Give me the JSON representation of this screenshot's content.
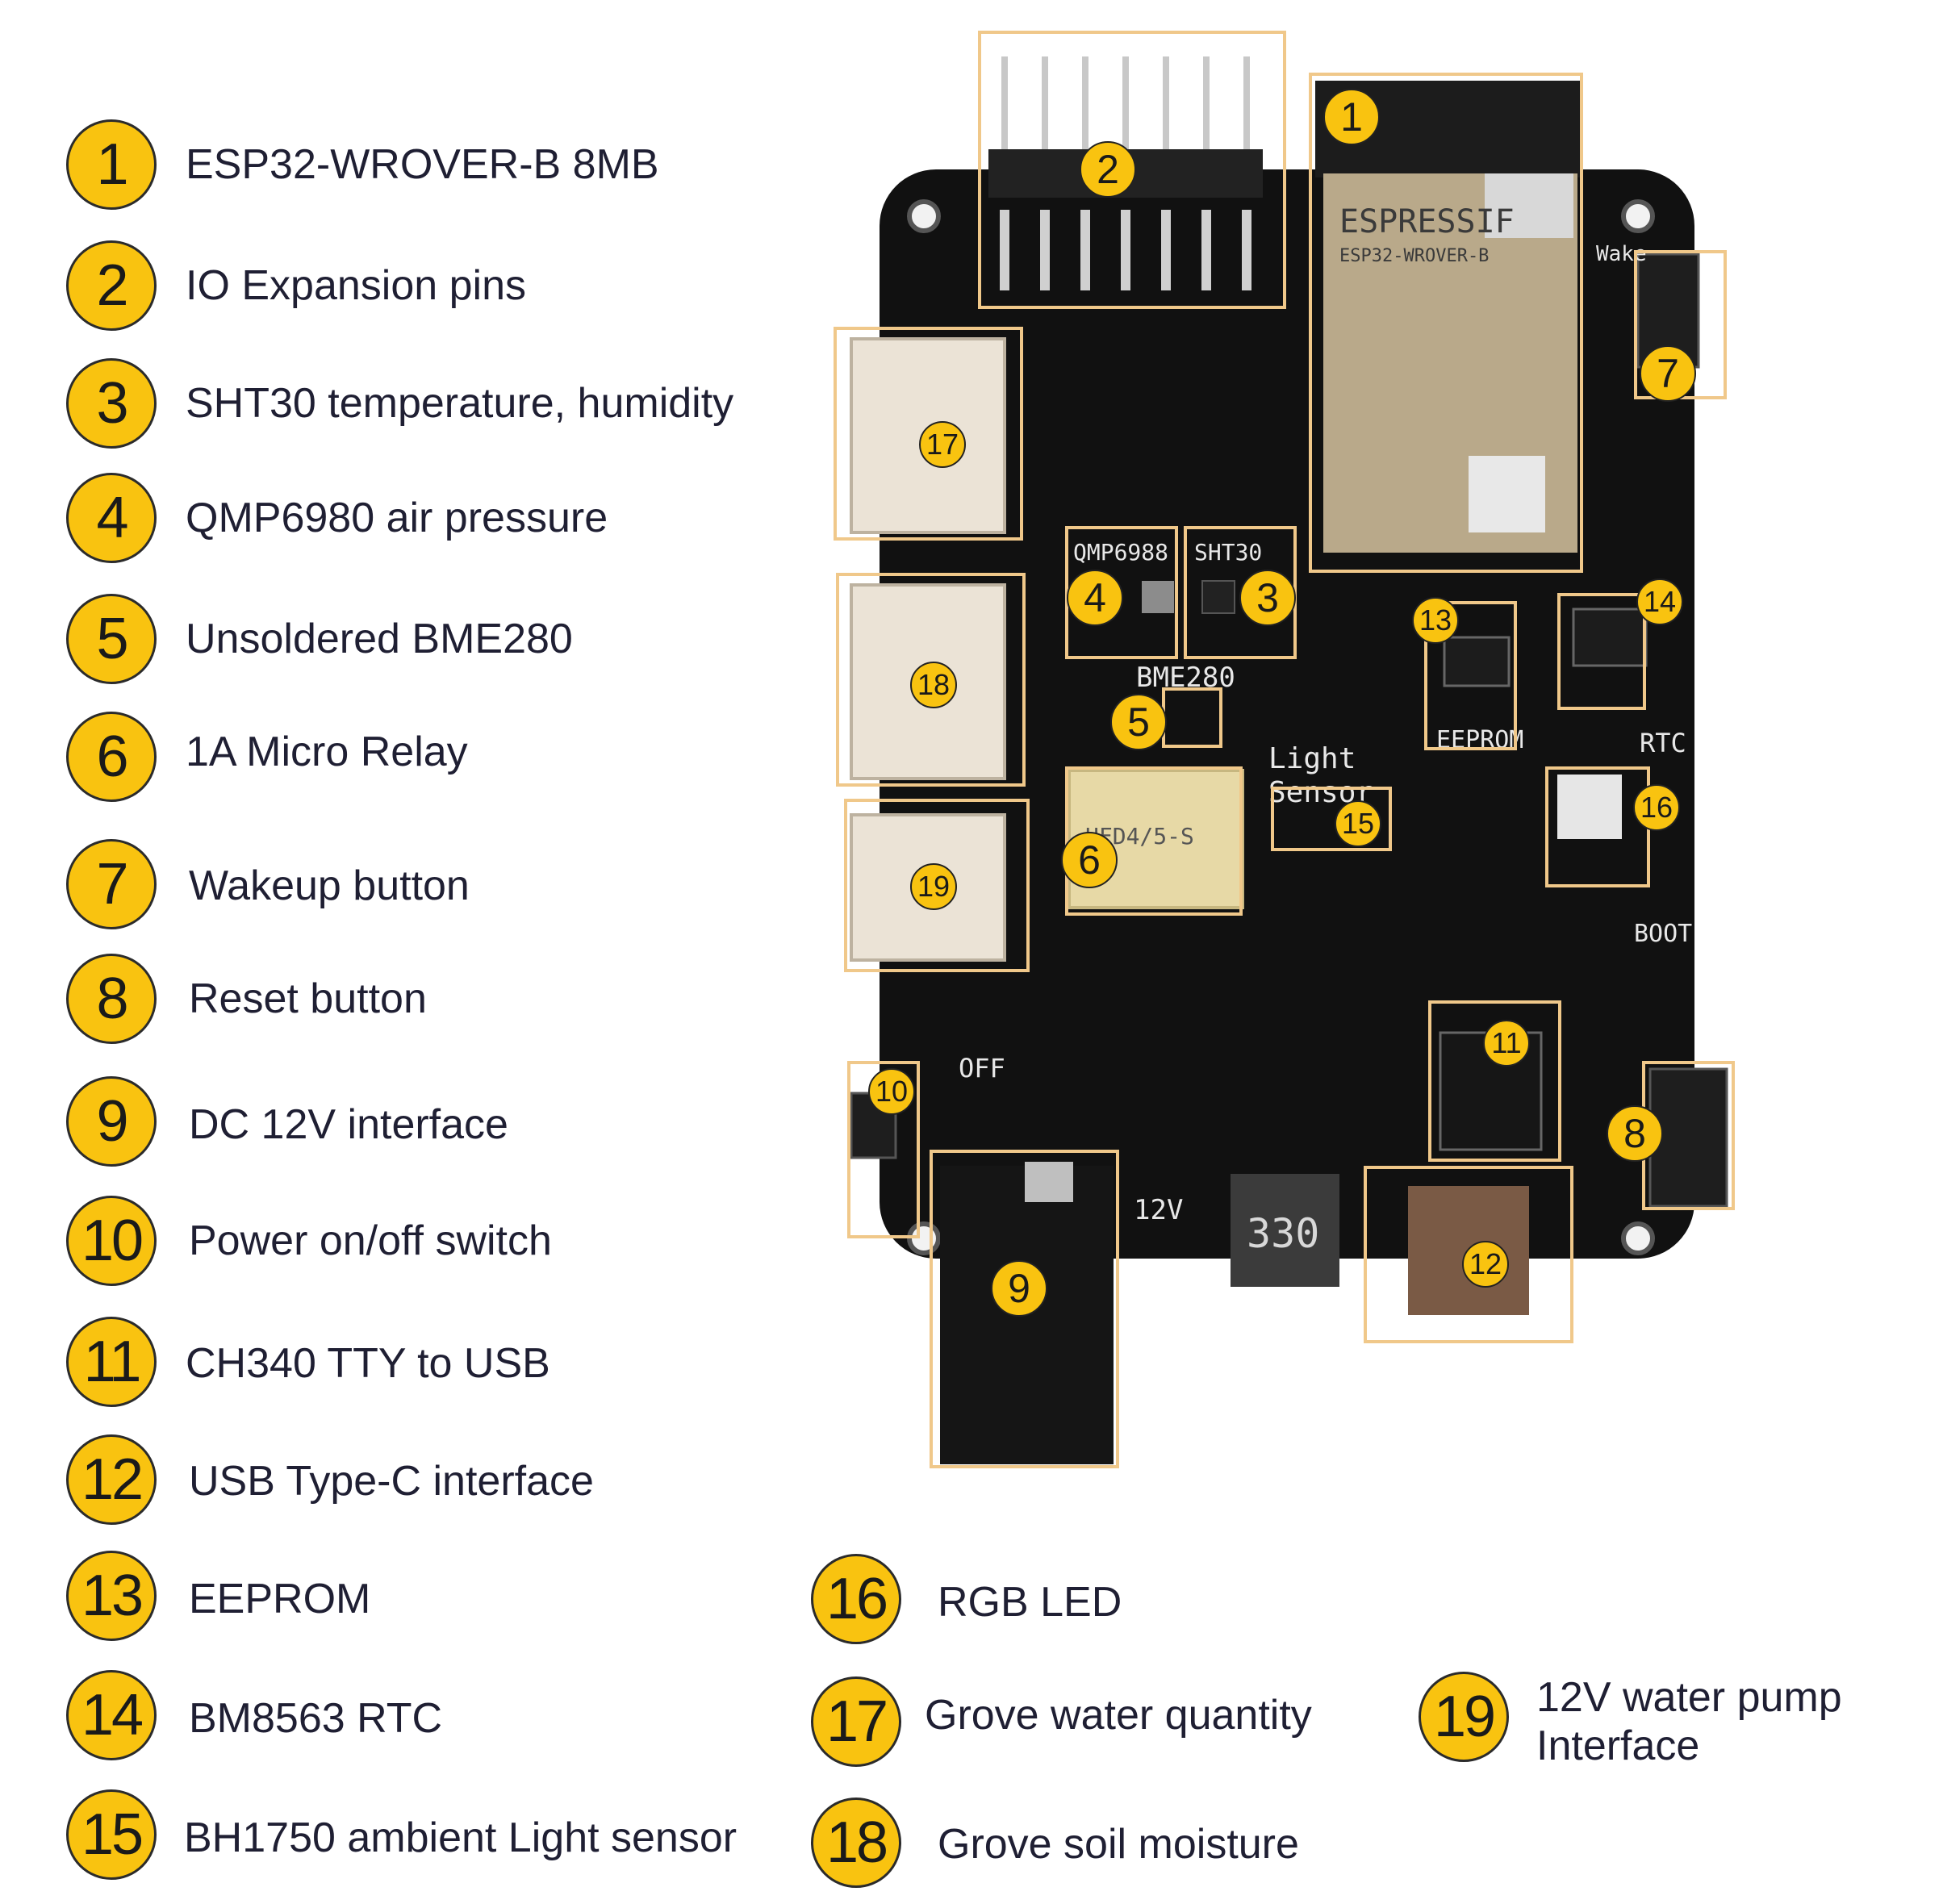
{
  "legend": [
    {
      "n": "1",
      "text": "ESP32-WROVER-B 8MB"
    },
    {
      "n": "2",
      "text": "IO Expansion pins"
    },
    {
      "n": "3",
      "text": "SHT30 temperature, humidity"
    },
    {
      "n": "4",
      "text": "QMP6980 air pressure"
    },
    {
      "n": "5",
      "text": "Unsoldered BME280"
    },
    {
      "n": "6",
      "text": "1A Micro Relay"
    },
    {
      "n": "7",
      "text": "Wakeup button"
    },
    {
      "n": "8",
      "text": "Reset button"
    },
    {
      "n": "9",
      "text": "DC 12V interface"
    },
    {
      "n": "10",
      "text": "Power on/off switch"
    },
    {
      "n": "11",
      "text": "CH340 TTY to USB"
    },
    {
      "n": "12",
      "text": "USB Type-C interface"
    },
    {
      "n": "13",
      "text": "EEPROM"
    },
    {
      "n": "14",
      "text": "BM8563 RTC"
    },
    {
      "n": "15",
      "text": "BH1750 ambient Light sensor"
    },
    {
      "n": "16",
      "text": "RGB LED"
    },
    {
      "n": "17",
      "text": "Grove water quantity"
    },
    {
      "n": "18",
      "text": "Grove soil moisture"
    },
    {
      "n": "19",
      "text": "12V water pump Interface"
    }
  ],
  "board_markers": [
    "1",
    "2",
    "3",
    "4",
    "5",
    "6",
    "7",
    "8",
    "9",
    "10",
    "11",
    "12",
    "13",
    "14",
    "15",
    "16",
    "17",
    "18",
    "19"
  ],
  "silkscreen": {
    "espressif": "ESPRESSIF",
    "module": "ESP32-WROVER-B",
    "qmp": "QMP6988",
    "sht": "SHT30",
    "bme": "BME280",
    "eeprom": "EEPROM",
    "rtc": "RTC",
    "light": "Light",
    "sensor": "Sensor",
    "boot": "BOOT",
    "v12": "12V",
    "off": "OFF",
    "inductor": "330",
    "relay": "HFD4/5-S",
    "wake": "Wake"
  },
  "colors": {
    "badge": "#f9c310",
    "box": "#f0c88a",
    "pcb": "#111111",
    "text": "#1f1f33"
  }
}
